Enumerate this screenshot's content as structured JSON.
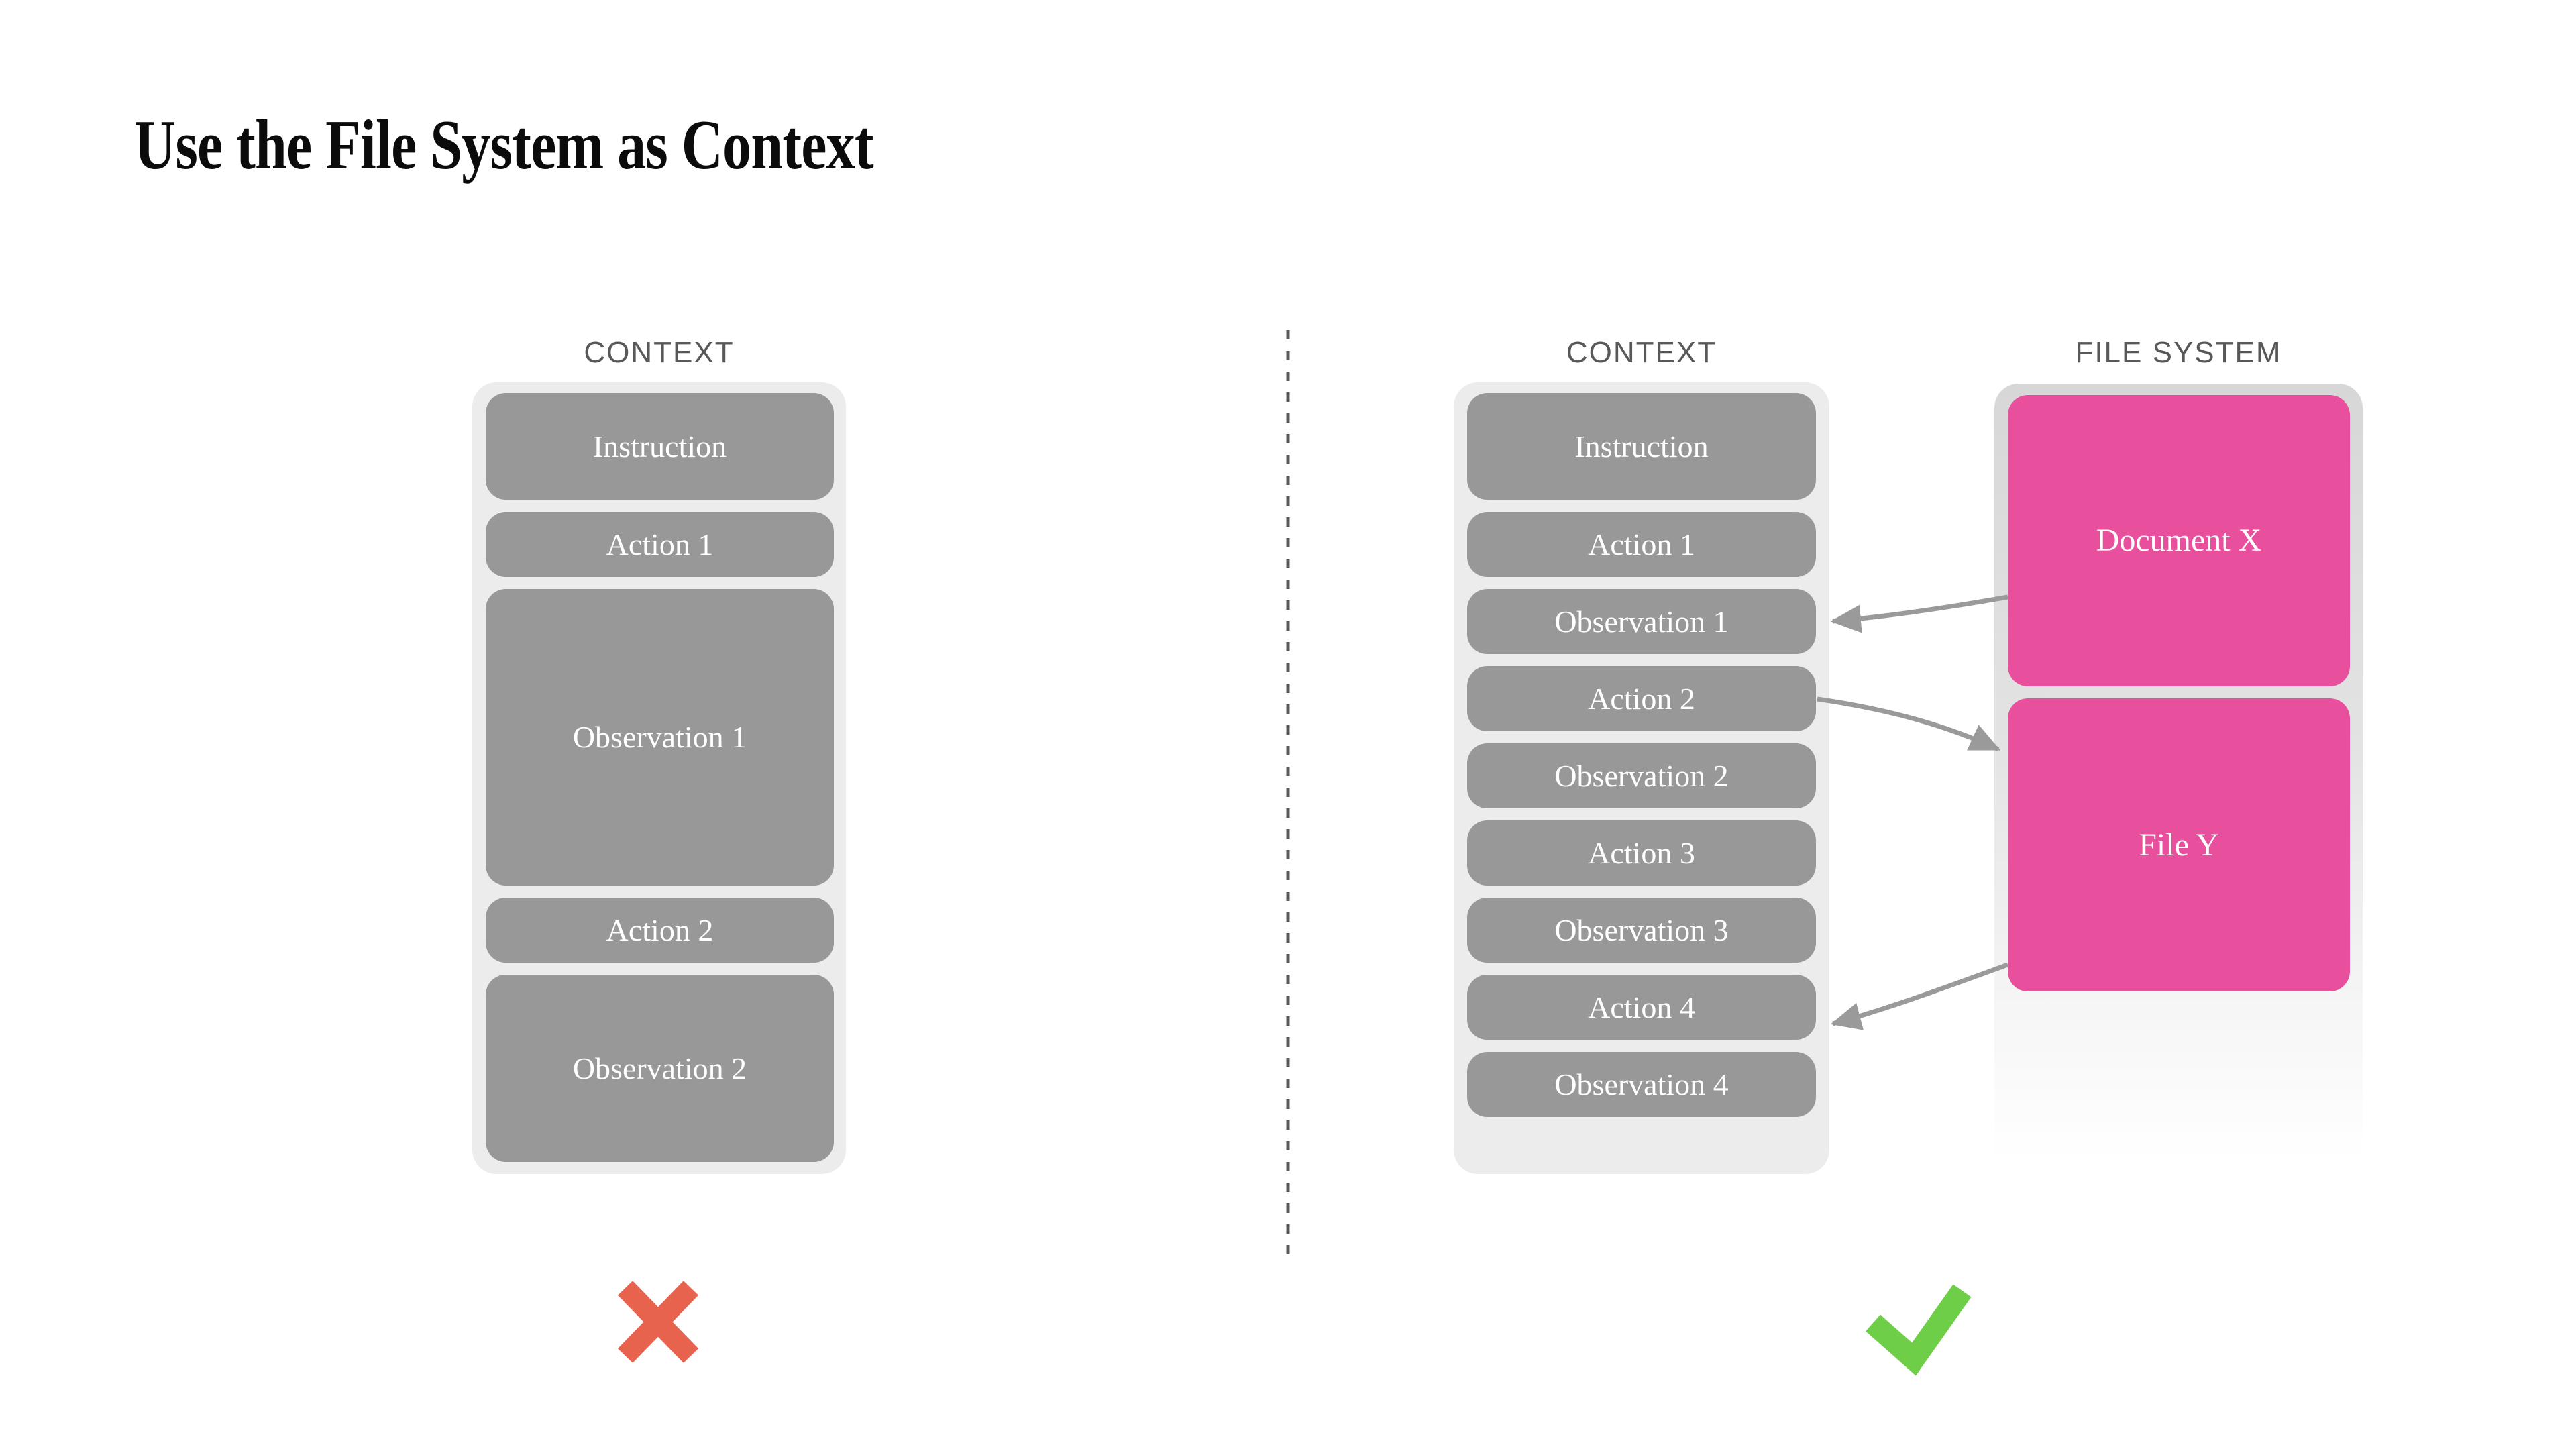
{
  "title": "Use the File System as Context",
  "left_panel": {
    "label": "CONTEXT",
    "boxes": [
      "Instruction",
      "Action 1",
      "Observation 1",
      "Action 2",
      "Observation 2"
    ],
    "verdict": "cross"
  },
  "right_panel": {
    "context": {
      "label": "CONTEXT",
      "boxes": [
        "Instruction",
        "Action 1",
        "Observation 1",
        "Action 2",
        "Observation 2",
        "Action 3",
        "Observation 3",
        "Action 4",
        "Observation 4"
      ]
    },
    "file_system": {
      "label": "FILE SYSTEM",
      "boxes": [
        "Document X",
        "File Y"
      ]
    },
    "verdict": "check"
  },
  "arrows": [
    {
      "from": "Document X",
      "to": "Observation 1"
    },
    {
      "from": "Action 2",
      "to": "File Y"
    },
    {
      "from": "File Y",
      "to": "Action 4"
    }
  ],
  "colors": {
    "pink": "#E8509D",
    "box_gray": "#989898",
    "container_gray": "#ECECEC",
    "fs_gray": "#D7D7D7",
    "arrow": "#9A9A9A",
    "cross": "#E8634E",
    "check": "#6FCE48",
    "label": "#58585A",
    "title_color": "#0B0B0B"
  }
}
